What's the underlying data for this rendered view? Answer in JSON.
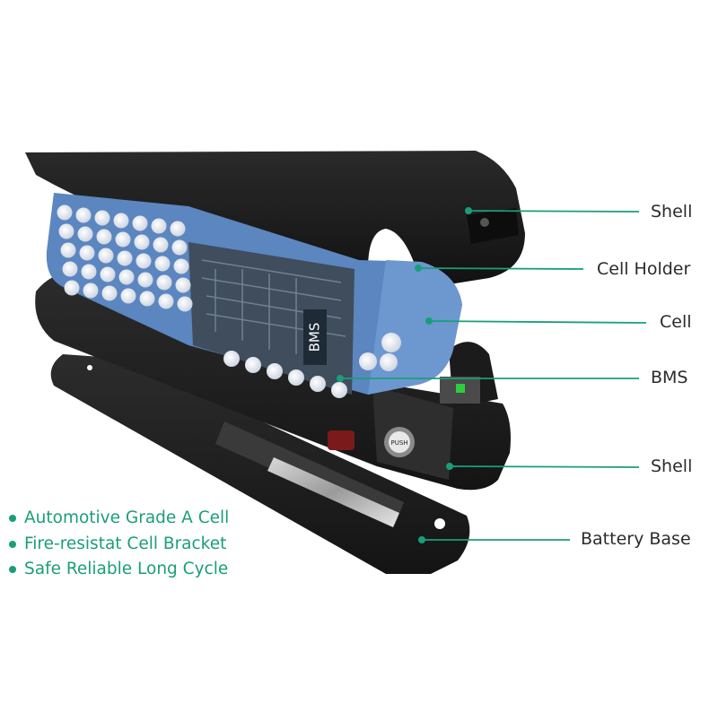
{
  "callouts": [
    {
      "id": "shell-top",
      "label": "Shell"
    },
    {
      "id": "cell-holder",
      "label": "Cell Holder"
    },
    {
      "id": "cell",
      "label": "Cell"
    },
    {
      "id": "bms",
      "label": "BMS"
    },
    {
      "id": "shell-bottom",
      "label": "Shell"
    },
    {
      "id": "battery-base",
      "label": "Battery Base"
    }
  ],
  "features": [
    "Automotive Grade A Cell",
    "Fire-resistat Cell Bracket",
    "Safe Reliable Long Cycle"
  ],
  "pcb_label": "BMS",
  "button_label": "PUSH",
  "colors": {
    "accent": "#1a9e7a",
    "cell_holder": "#5b86c0",
    "shell": "#1e1e1e",
    "label_text": "#2b2b2b"
  }
}
